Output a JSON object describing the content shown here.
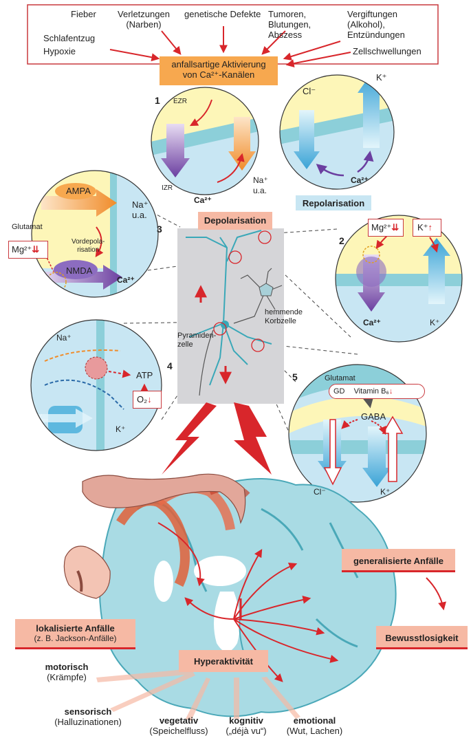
{
  "causes": {
    "fieber": "Fieber",
    "verletzungen": "Verletzungen\n(Narben)",
    "genetisch": "genetische Defekte",
    "tumoren": "Tumoren,\nBlutungen,\nAbszess",
    "vergiftungen": "Vergiftungen\n(Alkohol),\nEntzündungen",
    "schlafentzug": "Schlafentzug",
    "hypoxie": "Hypoxie",
    "zellschwellungen": "Zellschwellungen"
  },
  "activation": "anfallsartige Aktivierung\nvon Ca²⁺-Kanälen",
  "panel1": {
    "num": "1",
    "ezr": "EZR",
    "izr": "IZR",
    "ca": "Ca²⁺",
    "na": "Na⁺\nu.a."
  },
  "repol": {
    "cl": "Cl⁻",
    "k": "K⁺",
    "ca": "Ca²⁺",
    "label": "Repolarisation"
  },
  "panel3": {
    "num": "3",
    "ampa": "AMPA",
    "na": "Na⁺\nu.a.",
    "glutamat": "Glutamat",
    "mg": "Mg²⁺",
    "vordepol": "Vordepola-\nrisation",
    "nmda": "NMDA",
    "ca": "Ca²⁺"
  },
  "depol": "Depolarisation",
  "panel2": {
    "num": "2",
    "mg": "Mg²⁺",
    "k": "K⁺",
    "ca": "Ca²⁺",
    "k2": "K⁺"
  },
  "neurons": {
    "hemmende": "hemmende\nKorbzelle",
    "pyramiden": "Pyramiden-\nzelle"
  },
  "panel4": {
    "num": "4",
    "na": "Na⁺",
    "atp": "ATP",
    "k": "K⁺",
    "o2": "O₂"
  },
  "panel5": {
    "num": "5",
    "glutamat": "Glutamat",
    "gd": "GD",
    "vitamin": "Vitamin B₆",
    "gaba": "GABA",
    "cl": "Cl⁻",
    "k": "K⁺"
  },
  "brain": {
    "generalisiert": "generalisierte Anfälle",
    "bewusstlos": "Bewusstlosigkeit",
    "lokalisiert": "lokalisierte Anfälle",
    "lokalisiert_sub": "(z. B. Jackson-Anfälle)",
    "hyper": "Hyperaktivität",
    "motorisch": "motorisch",
    "motorisch_sub": "(Krämpfe)",
    "sensorisch": "sensorisch",
    "sensorisch_sub": "(Halluzinationen)",
    "vegetativ": "vegetativ",
    "vegetativ_sub": "(Speichelfluss)",
    "kognitiv": "kognitiv",
    "kognitiv_sub": "(„déjà vu“)",
    "emotional": "emotional",
    "emotional_sub": "(Wut, Lachen)"
  },
  "colors": {
    "red": "#d8262b",
    "orange": "#f7a84f",
    "salmon": "#f6b9a4",
    "blue": "#c8e6f3",
    "teal": "#8ccfd9",
    "purple": "#7a5aa8",
    "yellow": "#fdf6b8"
  }
}
